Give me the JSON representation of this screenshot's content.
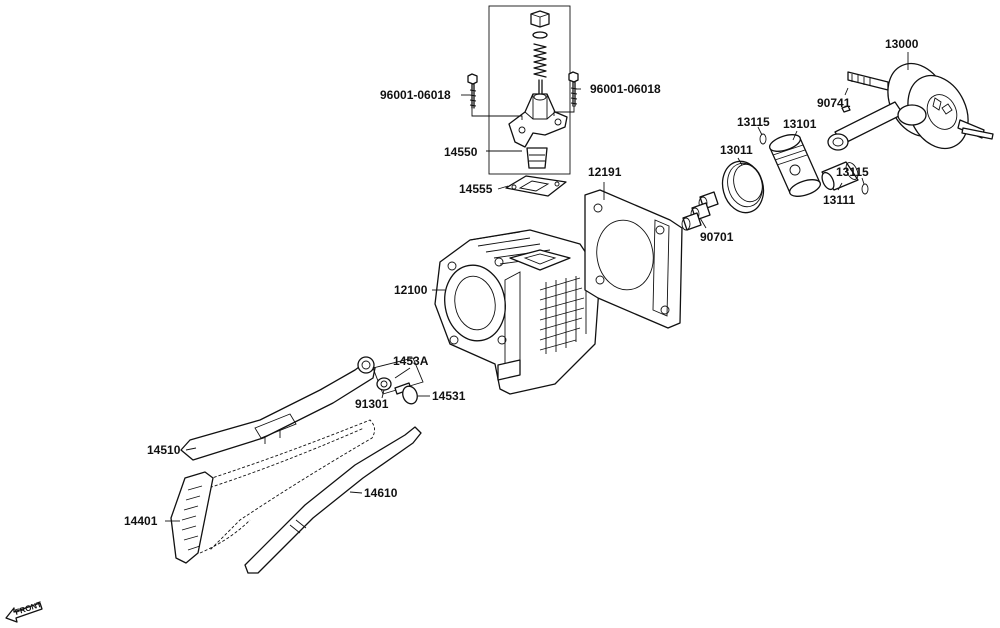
{
  "labels": {
    "p13000": "13000",
    "p90741": "90741",
    "p13115a": "13115",
    "p13101": "13101",
    "p13011": "13011",
    "p13115b": "13115",
    "p13111": "13111",
    "p90701": "90701",
    "p12191": "12191",
    "p12100": "12100",
    "p96001_left": "96001-06018",
    "p96001_right": "96001-06018",
    "p14550": "14550",
    "p14555": "14555",
    "p1453A": "1453A",
    "p91301": "91301",
    "p14531": "14531",
    "p14510": "14510",
    "p14610": "14610",
    "p14401": "14401"
  },
  "front_marker": "FRONT"
}
